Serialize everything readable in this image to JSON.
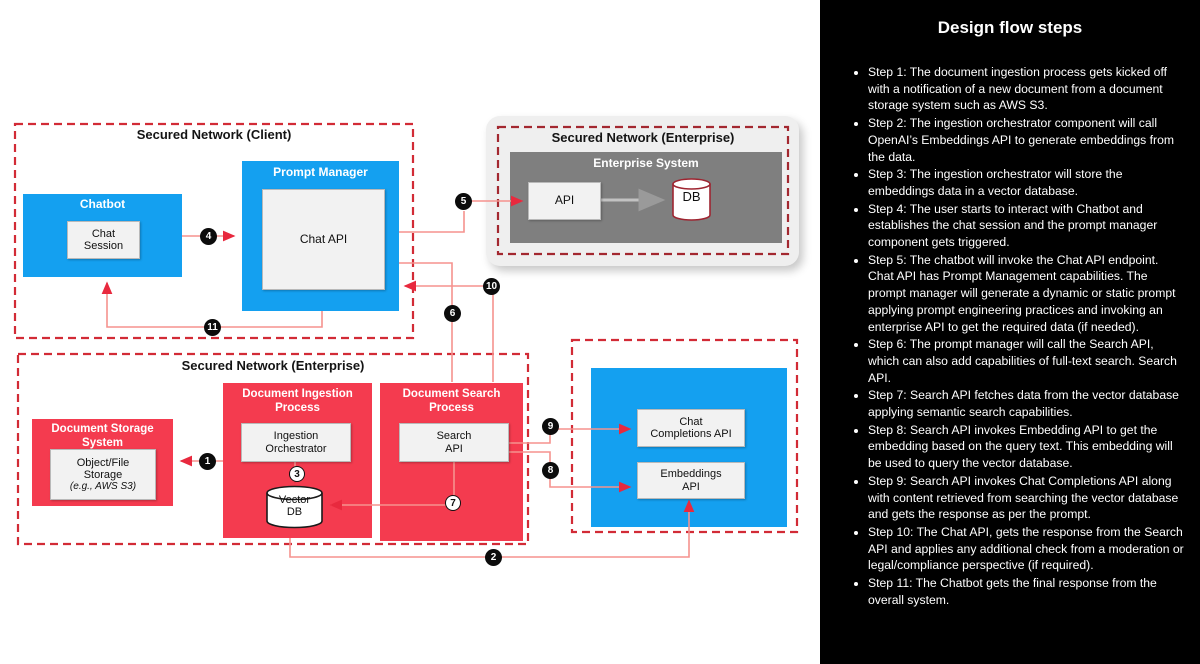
{
  "colors": {
    "accent_blue": "#14a0f0",
    "accent_red": "#f43b4f",
    "line_pink": "#f5928e",
    "arrow_red": "#e8293e",
    "dashed_red": "#d22b36",
    "dashed_dark_red": "#a32830",
    "enterprise_gray": "#7f7f7f",
    "panel_bg": "#000000"
  },
  "diagram": {
    "client_network_title": "Secured Network (Client)",
    "chatbot": {
      "title": "Chatbot",
      "session": "Chat\nSession"
    },
    "prompt_manager": {
      "title": "Prompt Manager",
      "chat_api": "Chat API"
    },
    "enterprise_top": {
      "network_title": "Secured Network (Enterprise)",
      "system_title": "Enterprise System",
      "api": "API",
      "db": "DB"
    },
    "enterprise_bottom_title": "Secured Network (Enterprise)",
    "doc_storage": {
      "title": "Document Storage\nSystem",
      "inner": "Object/File\nStorage",
      "note": "(e.g., AWS S3)"
    },
    "doc_ingestion": {
      "title": "Document Ingestion\nProcess",
      "orchestrator": "Ingestion\nOrchestrator",
      "vector_db": "Vector\nDB"
    },
    "doc_search": {
      "title": "Document Search\nProcess",
      "search_api": "Search\nAPI"
    },
    "openai": {
      "chat_completions": "Chat\nCompletions API",
      "embeddings": "Embeddings\nAPI"
    },
    "badges": [
      "1",
      "2",
      "3",
      "4",
      "5",
      "6",
      "7",
      "8",
      "9",
      "10",
      "11"
    ]
  },
  "panel": {
    "title": "Design flow steps",
    "steps": [
      "Step 1: The document ingestion process gets kicked off with a notification of a new document from a document storage system such as AWS S3.",
      "Step 2: The ingestion orchestrator component will call OpenAI’s Embeddings API to generate embeddings from the data.",
      "Step 3: The ingestion orchestrator will store the embeddings data in a vector database.",
      "Step 4: The user starts to interact with Chatbot and establishes the chat session and the prompt manager component gets triggered.",
      "Step 5: The chatbot will invoke the Chat API endpoint. Chat API has Prompt Management capabilities. The prompt manager will generate a dynamic or static prompt applying prompt engineering practices and invoking an enterprise API to get the required data (if needed).",
      "Step 6: The prompt manager will call the Search API, which can also add capabilities of full-text search. Search API.",
      "Step 7: Search API fetches data from the vector database applying semantic search capabilities.",
      "Step 8: Search API invokes Embedding API to get the embedding based on the query text. This embedding will be used to query the vector database.",
      "Step 9: Search API invokes Chat Completions API along with content retrieved from searching the vector database and gets the response as per the prompt.",
      "Step 10: The Chat API, gets the response from the Search API and applies any additional check from a moderation or legal/compliance perspective (if required).",
      "Step 11: The Chatbot gets the final response from the overall system."
    ]
  }
}
